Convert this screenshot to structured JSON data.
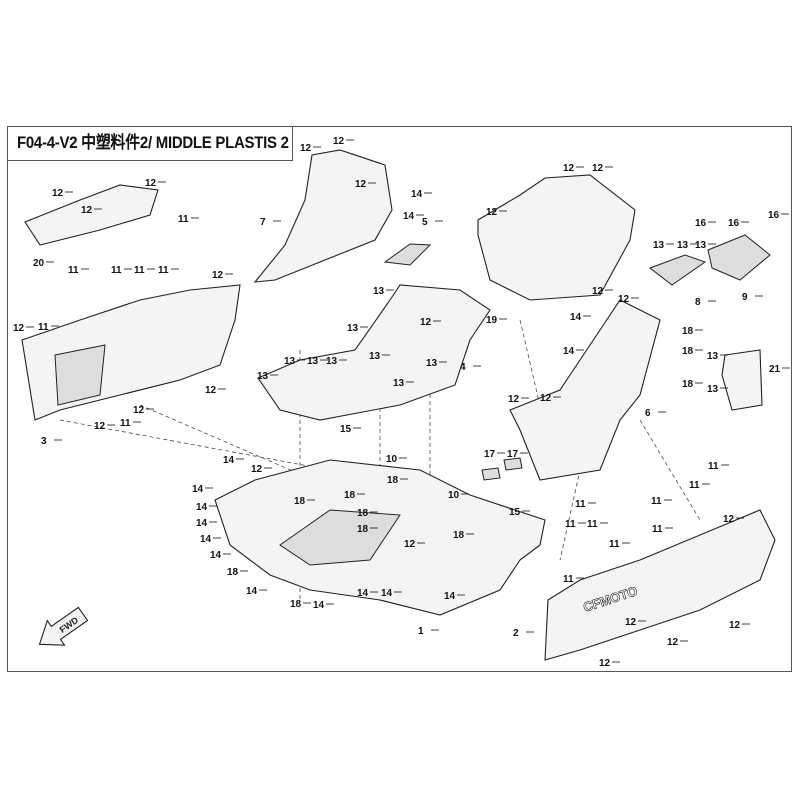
{
  "title": "F04-4-V2 中塑料件2/ MIDDLE PLASTIS 2",
  "fwd_label": "FWD",
  "brand_on_part": "CFMOTO",
  "colors": {
    "line": "#222222",
    "part_fill": "#f4f4f4",
    "part_shade": "#dddddd",
    "frame": "#555555"
  },
  "callouts": [
    "12",
    "12",
    "12",
    "14",
    "14",
    "5",
    "7",
    "12",
    "12",
    "12",
    "20",
    "11",
    "11",
    "11",
    "11",
    "11",
    "12",
    "11",
    "12",
    "3",
    "12",
    "12",
    "12",
    "13",
    "13",
    "13",
    "13",
    "13",
    "13",
    "13",
    "13",
    "12",
    "4",
    "13",
    "12",
    "12",
    "12",
    "19",
    "16",
    "16",
    "16",
    "13",
    "13",
    "13",
    "8",
    "9",
    "12",
    "12",
    "14",
    "18",
    "18",
    "18",
    "13",
    "13",
    "21",
    "14",
    "12",
    "12",
    "6",
    "11",
    "15",
    "14",
    "12",
    "10",
    "18",
    "18",
    "18",
    "10",
    "14",
    "14",
    "14",
    "14",
    "14",
    "18",
    "14",
    "18",
    "14",
    "14",
    "14",
    "14",
    "12",
    "18",
    "18",
    "18",
    "15",
    "17",
    "17",
    "11",
    "11",
    "11",
    "11",
    "11",
    "11",
    "11",
    "11",
    "11",
    "12",
    "1",
    "2",
    "12",
    "12",
    "12",
    "12"
  ]
}
